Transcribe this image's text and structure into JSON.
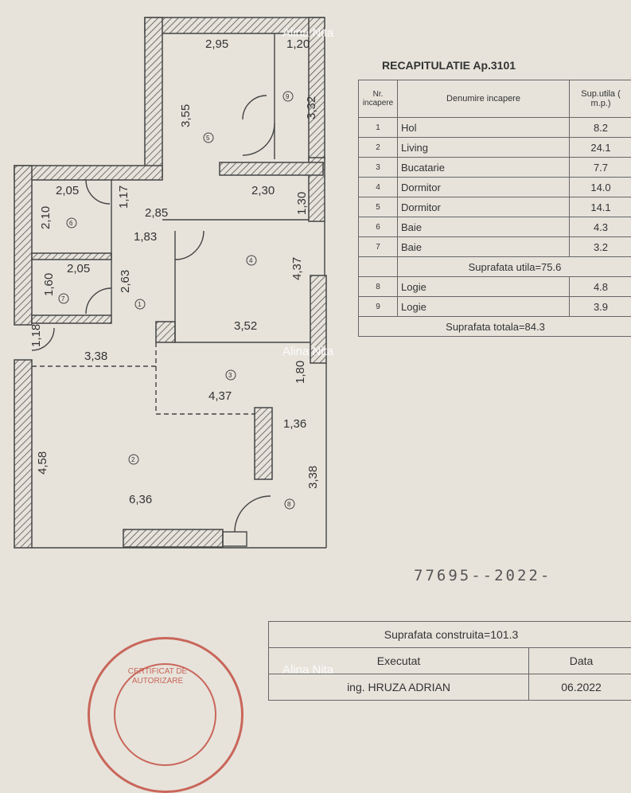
{
  "plan": {
    "dims": {
      "d295": "2,95",
      "d120": "1,20",
      "d332": "3,32",
      "d355": "3,55",
      "d230": "2,30",
      "d130": "1,30",
      "d205a": "2,05",
      "d117": "1,17",
      "d210": "2,10",
      "d285": "2,85",
      "d183": "1,83",
      "d437a": "4,37",
      "d205b": "2,05",
      "d263": "2,63",
      "d160": "1,60",
      "d352": "3,52",
      "d118": "1,18",
      "d338a": "3,38",
      "d180": "1,80",
      "d437b": "4,37",
      "d136": "1,36",
      "d458": "4,58",
      "d636": "6,36",
      "d338b": "3,38"
    },
    "room_marks": {
      "r1": "1",
      "r2": "2",
      "r3": "3",
      "r4": "4",
      "r5": "5",
      "r6": "6",
      "r7": "7",
      "r8": "8",
      "r9": "9"
    }
  },
  "watermark": "Alina Nita",
  "recap": {
    "title": "RECAPITULATIE Ap.3101",
    "headers": {
      "nr": "Nr. incapere",
      "name": "Denumire incapere",
      "area": "Sup.utila ( m.p.)"
    },
    "rooms": [
      {
        "nr": "1",
        "name": "Hol",
        "area": "8.2"
      },
      {
        "nr": "2",
        "name": "Living",
        "area": "24.1"
      },
      {
        "nr": "3",
        "name": "Bucatarie",
        "area": "7.7"
      },
      {
        "nr": "4",
        "name": "Dormitor",
        "area": "14.0"
      },
      {
        "nr": "5",
        "name": "Dormitor",
        "area": "14.1"
      },
      {
        "nr": "6",
        "name": "Baie",
        "area": "4.3"
      },
      {
        "nr": "7",
        "name": "Baie",
        "area": "3.2"
      }
    ],
    "useful_total": "Suprafata utila=75.6",
    "logii": [
      {
        "nr": "8",
        "name": "Logie",
        "area": "4.8"
      },
      {
        "nr": "9",
        "name": "Logie",
        "area": "3.9"
      }
    ],
    "grand_total": "Suprafata totala=84.3"
  },
  "registration": "77695--2022-",
  "footer": {
    "built_area": "Suprafata construita=101.3",
    "executed_label": "Executat",
    "date_label": "Data",
    "executor": "ing. HRUZA ADRIAN",
    "date": "06.2022"
  },
  "seal": {
    "text": "CERTIFICAT DE AUTORIZARE"
  },
  "colors": {
    "paper": "#e7e3db",
    "lines": "#444444",
    "seal": "#c9665a"
  }
}
